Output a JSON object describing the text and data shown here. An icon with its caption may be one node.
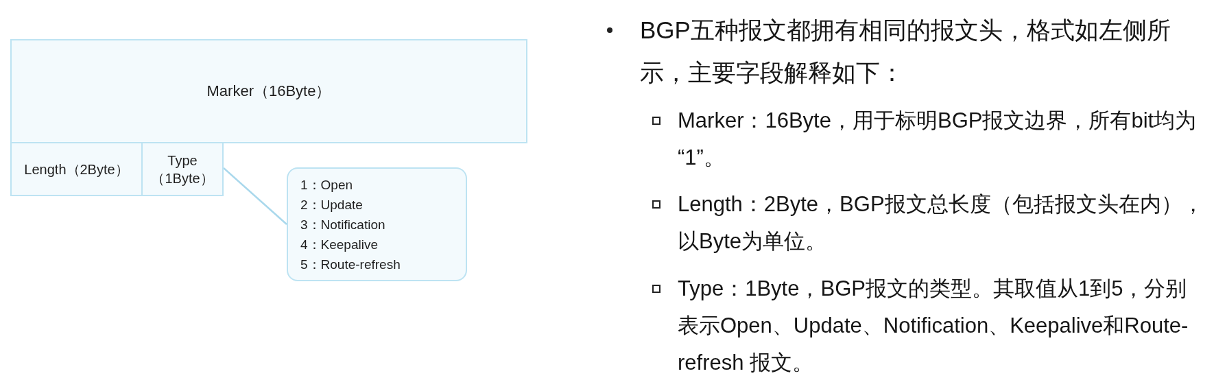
{
  "diagram": {
    "nodes": [
      {
        "text": [
          "Marker（16Byte）"
        ]
      },
      {
        "text": [
          "Length（2Byte）"
        ]
      },
      {
        "text": [
          "Type （1Byte）"
        ]
      },
      {
        "text": [
          "1：Open",
          "2：Update",
          "3：Notification",
          "4：Keepalive",
          "5：Route-refresh"
        ]
      }
    ],
    "edges": [
      {
        "from": 2,
        "to": 3,
        "arrow": "none"
      }
    ],
    "labels": [
      "BGP五种报文都拥有相同的报文头，格式如左侧所示，主要字段解释如下：",
      "Marker：16Byte，用于标明BGP报文边界，所有bit均为“1”。",
      "Length：2Byte，BGP报文总长度（包括报文头在内），以Byte为单位。",
      "Type：1Byte，BGP报文的类型。其取值从1到5，分别表示Open、Update、Notification、Keepalive和Route-refresh 报文。"
    ]
  }
}
